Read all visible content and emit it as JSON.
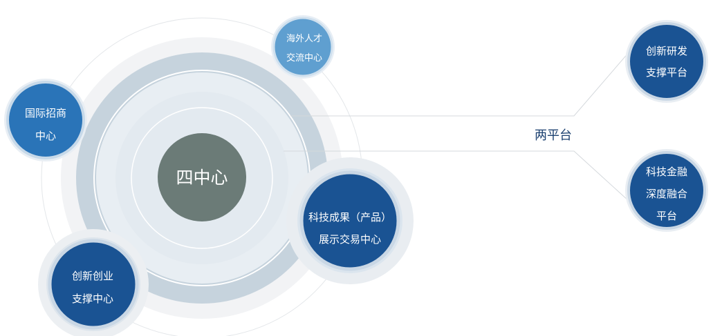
{
  "diagram": {
    "core_label": "四中心",
    "platforms_label": "两平台",
    "centers": [
      {
        "lines": [
          "海外人才",
          "交流中心"
        ]
      },
      {
        "lines": [
          "国际招商",
          "中心"
        ]
      },
      {
        "lines": [
          "科技成果（产品）",
          "展示交易中心"
        ]
      },
      {
        "lines": [
          "创新创业",
          "支撑中心"
        ]
      }
    ],
    "platforms": [
      {
        "lines": [
          "创新研发",
          "支撑平台"
        ]
      },
      {
        "lines": [
          "科技金融",
          "深度融合",
          "平台"
        ]
      }
    ],
    "colors": {
      "core": "#6b7b77",
      "node_dark": "#1a5393",
      "node_mid": "#2a74b8",
      "node_light": "#5f9fd0",
      "ring": "#c6d3dd",
      "ring_light": "#e6ecf1",
      "halo": "#eef0f2",
      "platform_text": "#1a3f6f"
    }
  }
}
